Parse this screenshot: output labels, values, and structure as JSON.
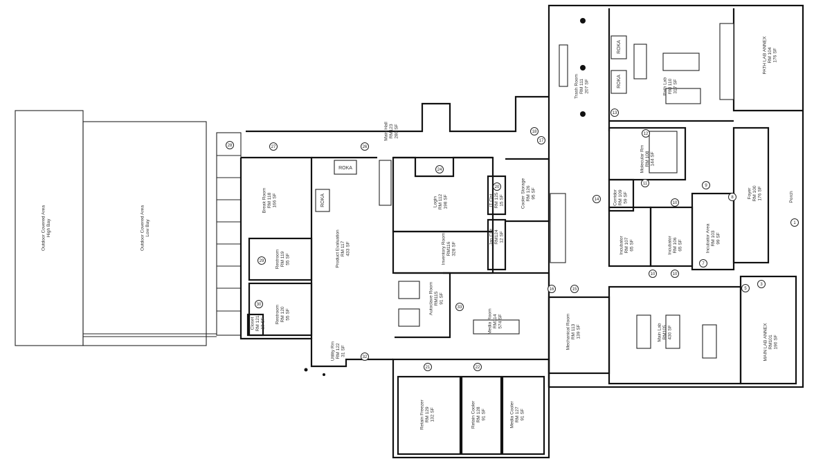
{
  "rooms": {
    "high_bay": [
      "Outdoor Covered Area",
      "High Bay"
    ],
    "low_bay": [
      "Outdoor Covered Area",
      "Low Bay"
    ],
    "break_room": [
      "Break Room",
      "RM 118",
      "166 SF"
    ],
    "restroom_119": [
      "Restroom",
      "RM 119",
      "55 SF"
    ],
    "restroom_120": [
      "Restroom",
      "RM 120",
      "55 SF"
    ],
    "closet": [
      "Closet",
      "RM 121",
      "13 SF"
    ],
    "utility": [
      "Utility Rm",
      "RM 122",
      "31 SF"
    ],
    "product_eval": [
      "Product Evaluation",
      "RM 117",
      "433 SF"
    ],
    "main_hall": [
      "Main Hall",
      "RM123",
      "280 SF"
    ],
    "login": [
      "Login",
      "RM 112",
      "198 SF"
    ],
    "inventory": [
      "Inventory Room",
      "RM116",
      "328 SF"
    ],
    "autoclave": [
      "Autoclave Room",
      "RM115",
      "91 SF"
    ],
    "media_room": [
      "Media Room",
      "RM114",
      "574 SF"
    ],
    "cooler_storage": [
      "Cooler Storage",
      "RM 126",
      "95 SF"
    ],
    "it_clst": [
      "IT Clst",
      "RM 125",
      "15 SF"
    ],
    "jan_clst": [
      "Jan Clst",
      "RM124",
      "12 SF"
    ],
    "trash_room": [
      "Trash Room",
      "RM 111",
      "207 SF"
    ],
    "path_lab": [
      "Path Lab",
      "RM 110",
      "317 SF"
    ],
    "path_lab_annex": [
      "PATH LAB ANNEX",
      "RM 104",
      "176 SF"
    ],
    "molecular": [
      "Molecular Rm",
      "RM 108",
      "144 SF"
    ],
    "corridor": [
      "Corridor",
      "RM 109",
      "59 SF"
    ],
    "incubator_107": [
      "Incubator",
      "RM 107",
      "65 SF"
    ],
    "incubator_106": [
      "Incubator",
      "RM 106",
      "65 SF"
    ],
    "incubator_area": [
      "Incubator Area",
      "RM 103",
      "99 SF"
    ],
    "foyer": [
      "Foyer",
      "RM 100",
      "176 SF"
    ],
    "porch": [
      "Porch"
    ],
    "mechanical": [
      "Mechanical Room",
      "RM 113",
      "139 SF"
    ],
    "main_lab": [
      "Main Lab",
      "RM105",
      "430 SF"
    ],
    "main_lab_annex": [
      "MAIN LAB ANNEX",
      "RM101",
      "190 SF"
    ],
    "retain_freezer": [
      "Retain Freezer",
      "RM 129",
      "132 SF"
    ],
    "retain_cooler": [
      "Retain Cooler",
      "RM 128",
      "91 SF"
    ],
    "media_cooler": [
      "Media Cooler",
      "RM 127",
      "91 SF"
    ]
  },
  "equipment": {
    "roka": "ROKA"
  },
  "doors": [
    "1",
    "3",
    "5",
    "7",
    "8",
    "9",
    "10",
    "10",
    "10",
    "11",
    "12",
    "13",
    "14",
    "15",
    "16",
    "17",
    "18",
    "20",
    "21",
    "22",
    "24",
    "26",
    "27",
    "28",
    "29",
    "30",
    "32",
    "33"
  ]
}
